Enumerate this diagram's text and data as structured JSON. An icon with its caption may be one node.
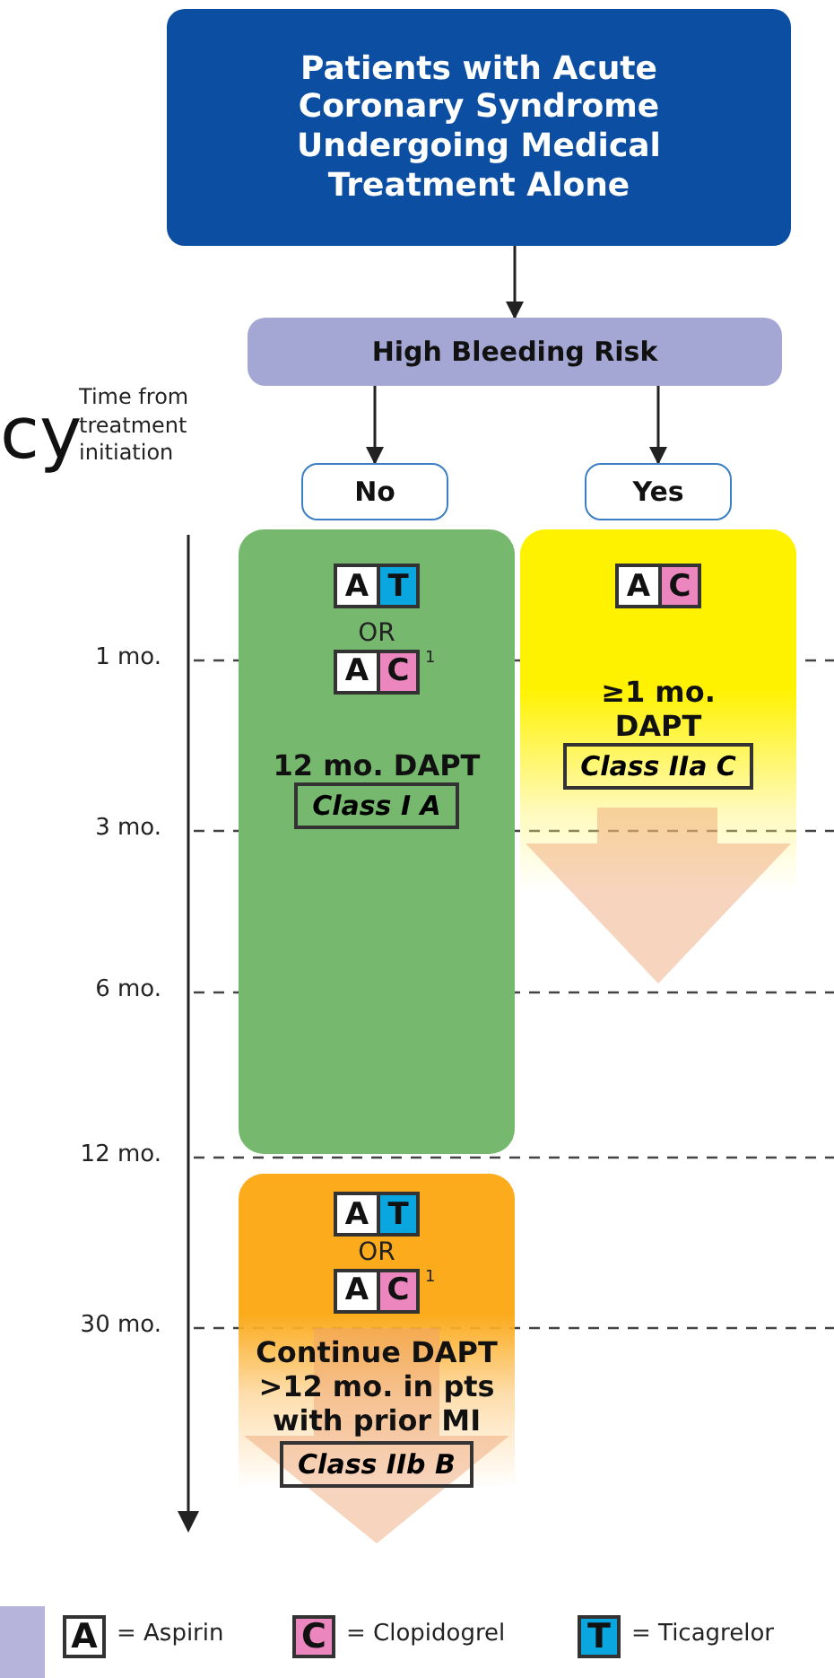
{
  "diagram": {
    "nodes": [
      {
        "text": [
          "Patients with Acute Coronary Syndrome Undergoing Medical Treatment Alone"
        ]
      },
      {
        "text": [
          "High Bleeding Risk"
        ]
      },
      {
        "text": [
          "No"
        ]
      },
      {
        "text": [
          "Yes"
        ]
      },
      {
        "text": [
          "A",
          "T",
          "OR",
          "A",
          "C",
          "1",
          "12 mo. DAPT",
          "Class I A"
        ]
      },
      {
        "text": [
          "A",
          "C",
          "≥1 mo. DAPT",
          "Class IIa C"
        ]
      },
      {
        "text": [
          "A",
          "T",
          "OR",
          "A",
          "C",
          "1",
          "Continue DAPT >12 mo. in pts with prior MI",
          "Class IIb B"
        ]
      }
    ],
    "edges": [
      {
        "from": 0,
        "to": 1,
        "arrow": "to"
      },
      {
        "from": 1,
        "to": 2,
        "arrow": "to"
      },
      {
        "from": 1,
        "to": 3,
        "arrow": "to"
      }
    ],
    "labels": [
      "cy",
      "Time from treatment initiation",
      "1 mo.",
      "3 mo.",
      "6 mo.",
      "12 mo.",
      "30 mo.",
      "A",
      "C",
      "T"
    ],
    "legend": [
      {
        "text": "= Aspirin",
        "color": "#ffffff"
      },
      {
        "text": "= Clopidogrel",
        "color": "#ec86be"
      },
      {
        "text": "= Ticagrelor",
        "color": "#0aa6e0"
      }
    ]
  }
}
